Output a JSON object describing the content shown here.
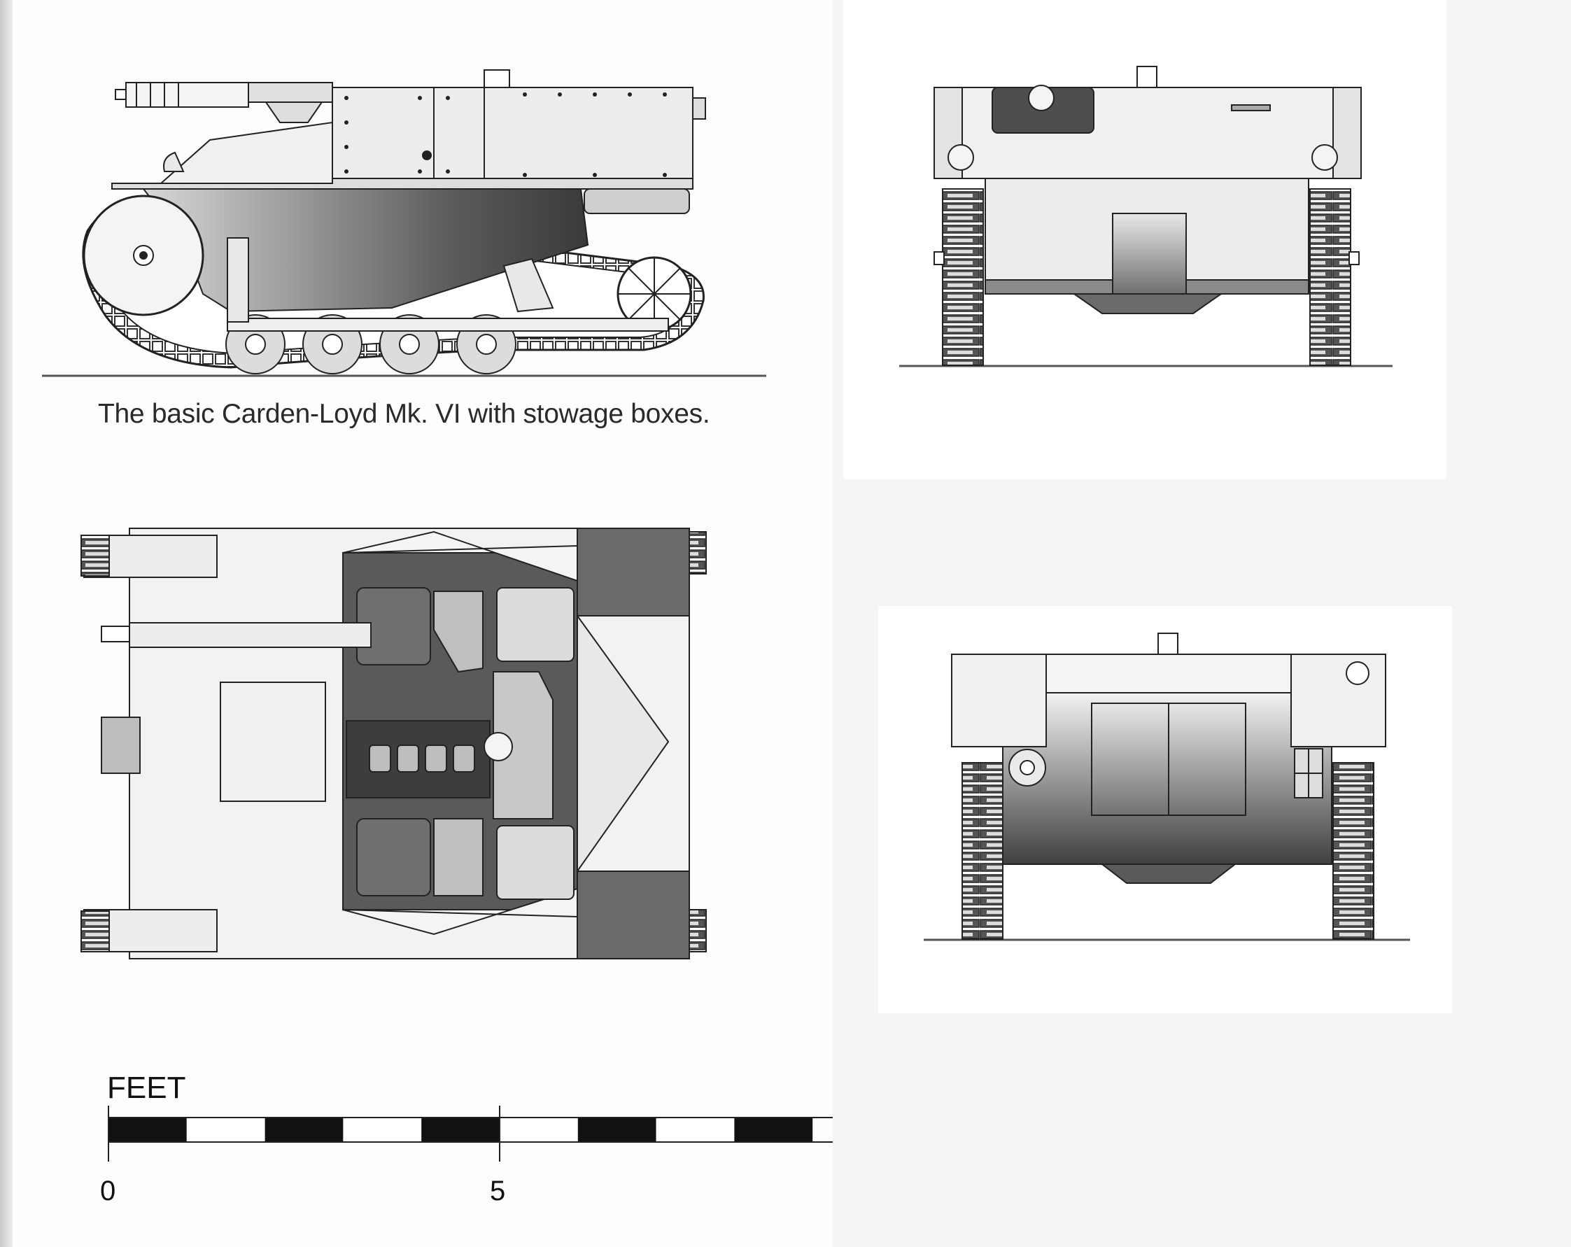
{
  "caption": "The basic Carden-Loyd Mk. VI with stowage boxes.",
  "scale": {
    "unit_label": "FEET",
    "tick_labels": [
      "0",
      "5"
    ],
    "max_value": 9
  },
  "colors": {
    "hull_light": "#e6e6e6",
    "hull_mid": "#9a9a9a",
    "hull_dark": "#4a4a4a",
    "scale_black": "#111111"
  }
}
